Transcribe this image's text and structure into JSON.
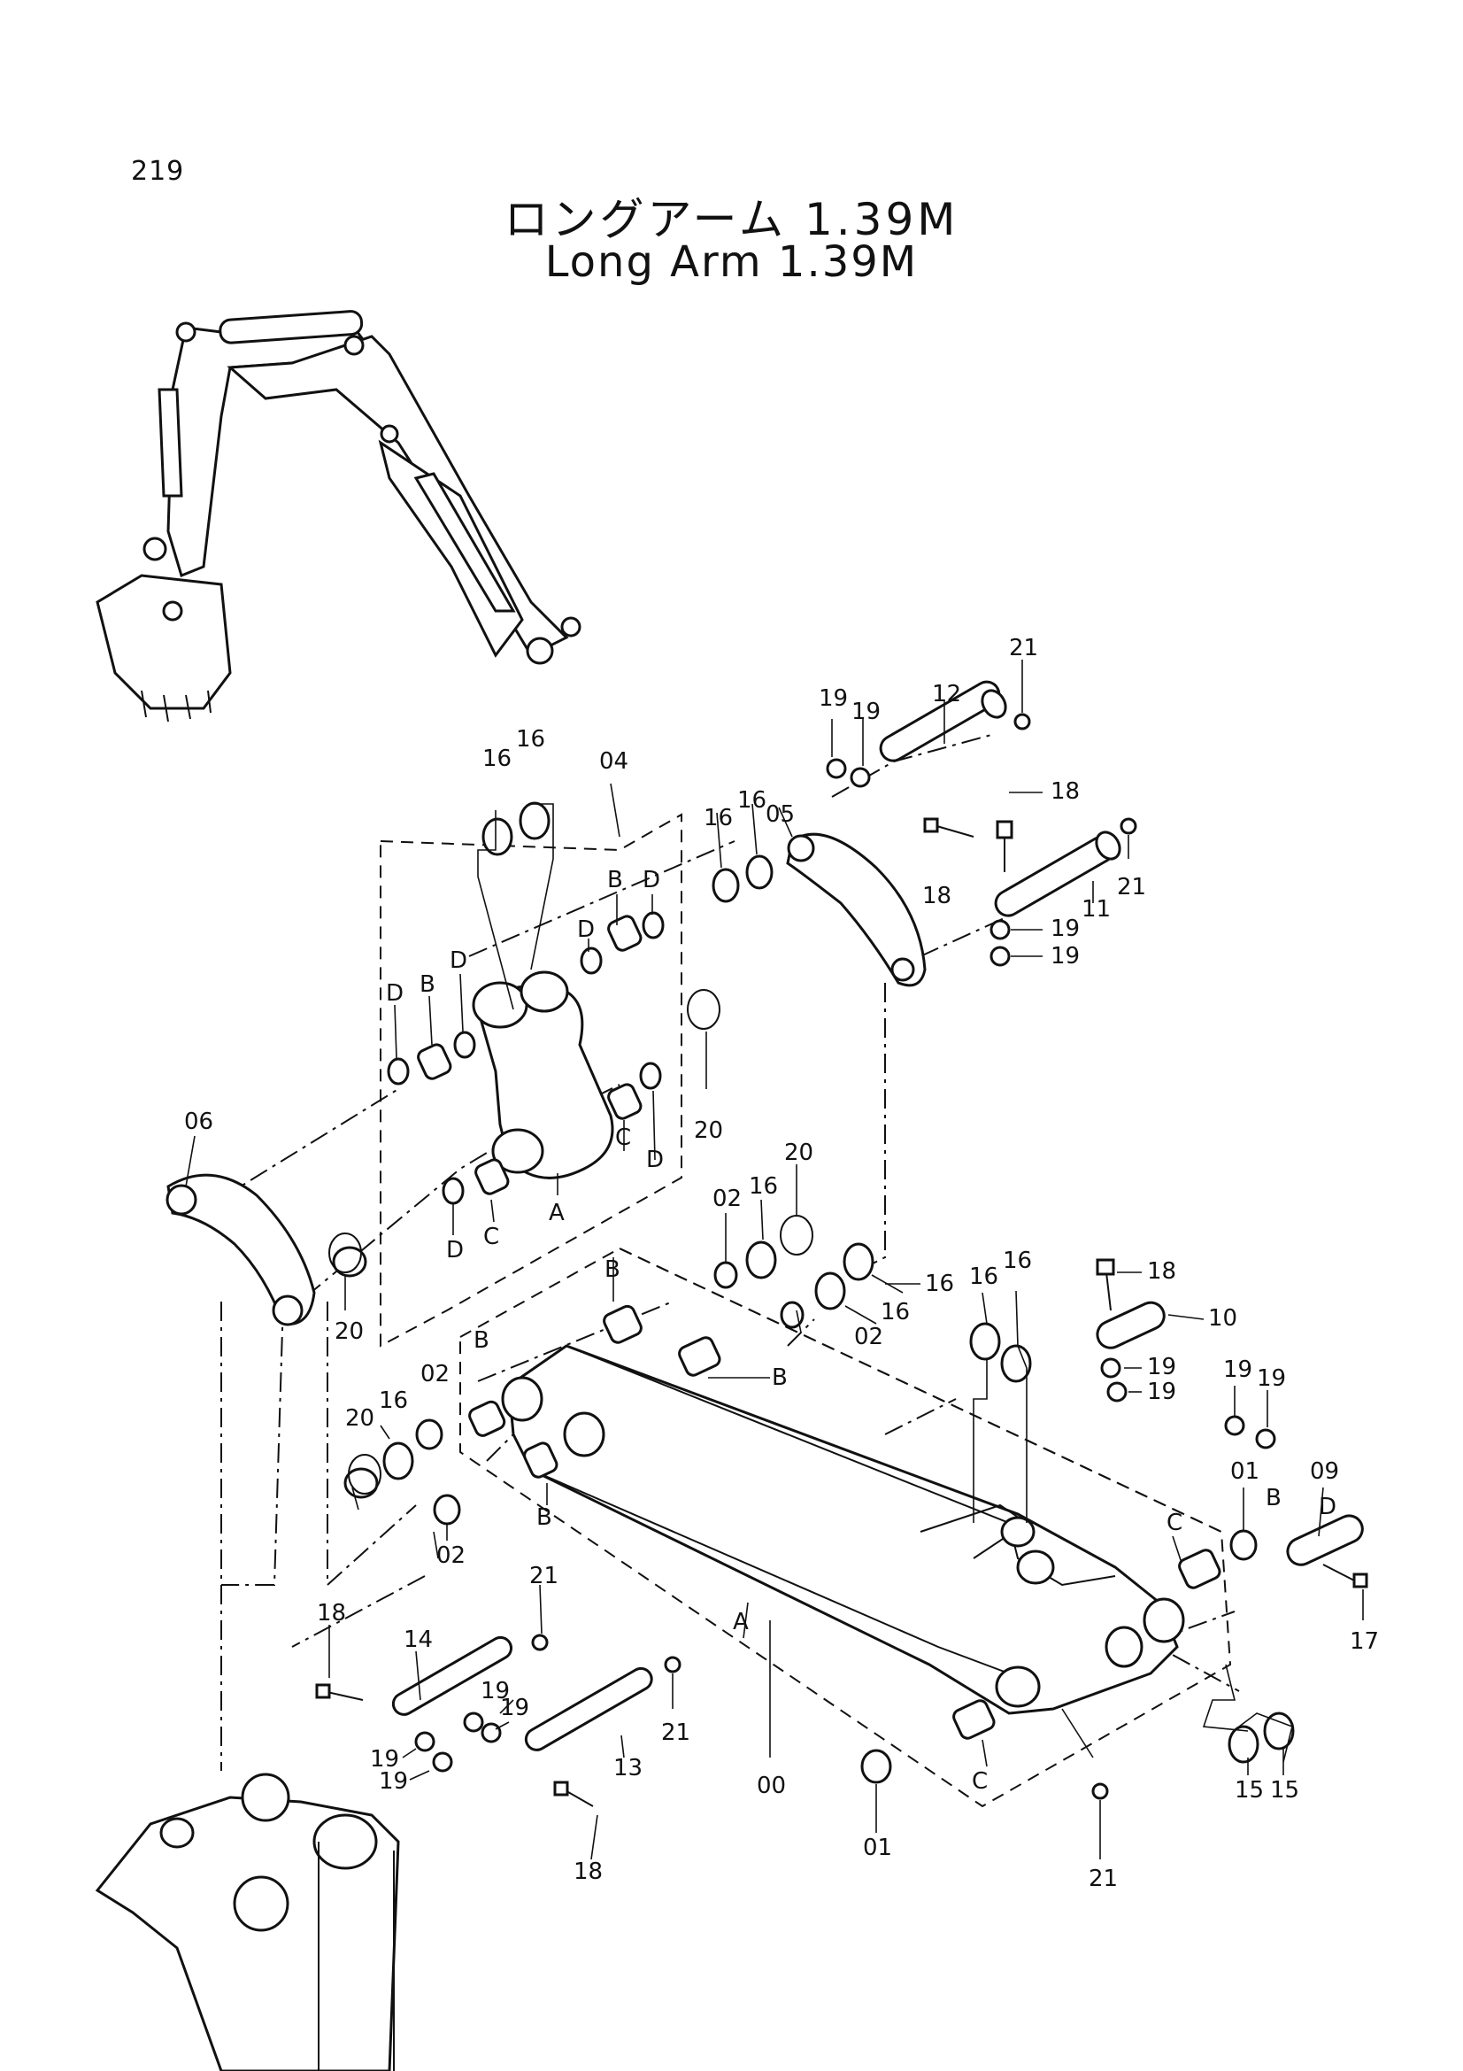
{
  "page_number": "219",
  "title_jp": "ロングアーム 1.39M",
  "title_en": "Long Arm 1.39M",
  "callouts": {
    "c00": "00",
    "c01a": "01",
    "c01b": "01",
    "c02a": "02",
    "c02b": "02",
    "c02c": "02",
    "c02d": "02",
    "c04": "04",
    "c05": "05",
    "c06": "06",
    "c09": "09",
    "c10": "10",
    "c11": "11",
    "c12": "12",
    "c13": "13",
    "c14": "14",
    "c15a": "15",
    "c15b": "15",
    "c16a": "16",
    "c16b": "16",
    "c16c": "16",
    "c16d": "16",
    "c16e": "16",
    "c16f": "16",
    "c16g": "16",
    "c16h": "16",
    "c16i": "16",
    "c16j": "16",
    "c17": "17",
    "c18a": "18",
    "c18b": "18",
    "c18c": "18",
    "c18d": "18",
    "c18e": "18",
    "c19a": "19",
    "c19b": "19",
    "c19c": "19",
    "c19d": "19",
    "c19e": "19",
    "c19f": "19",
    "c19g": "19",
    "c19h": "19",
    "c19i": "19",
    "c19j": "19",
    "c19k": "19",
    "c19l": "19",
    "c20a": "20",
    "c20b": "20",
    "c20c": "20",
    "c20d": "20",
    "c21a": "21",
    "c21b": "21",
    "c21c": "21",
    "c21d": "21",
    "c21e": "21",
    "lA1": "A",
    "lA2": "A",
    "lB1": "B",
    "lB2": "B",
    "lB3": "B",
    "lB4": "B",
    "lB5": "B",
    "lB6": "B",
    "lB7": "B",
    "lC1": "C",
    "lC2": "C",
    "lC3": "C",
    "lC4": "C",
    "lD1": "D",
    "lD2": "D",
    "lD3": "D",
    "lD4": "D",
    "lD5": "D",
    "lD6": "D",
    "lD7": "D"
  }
}
